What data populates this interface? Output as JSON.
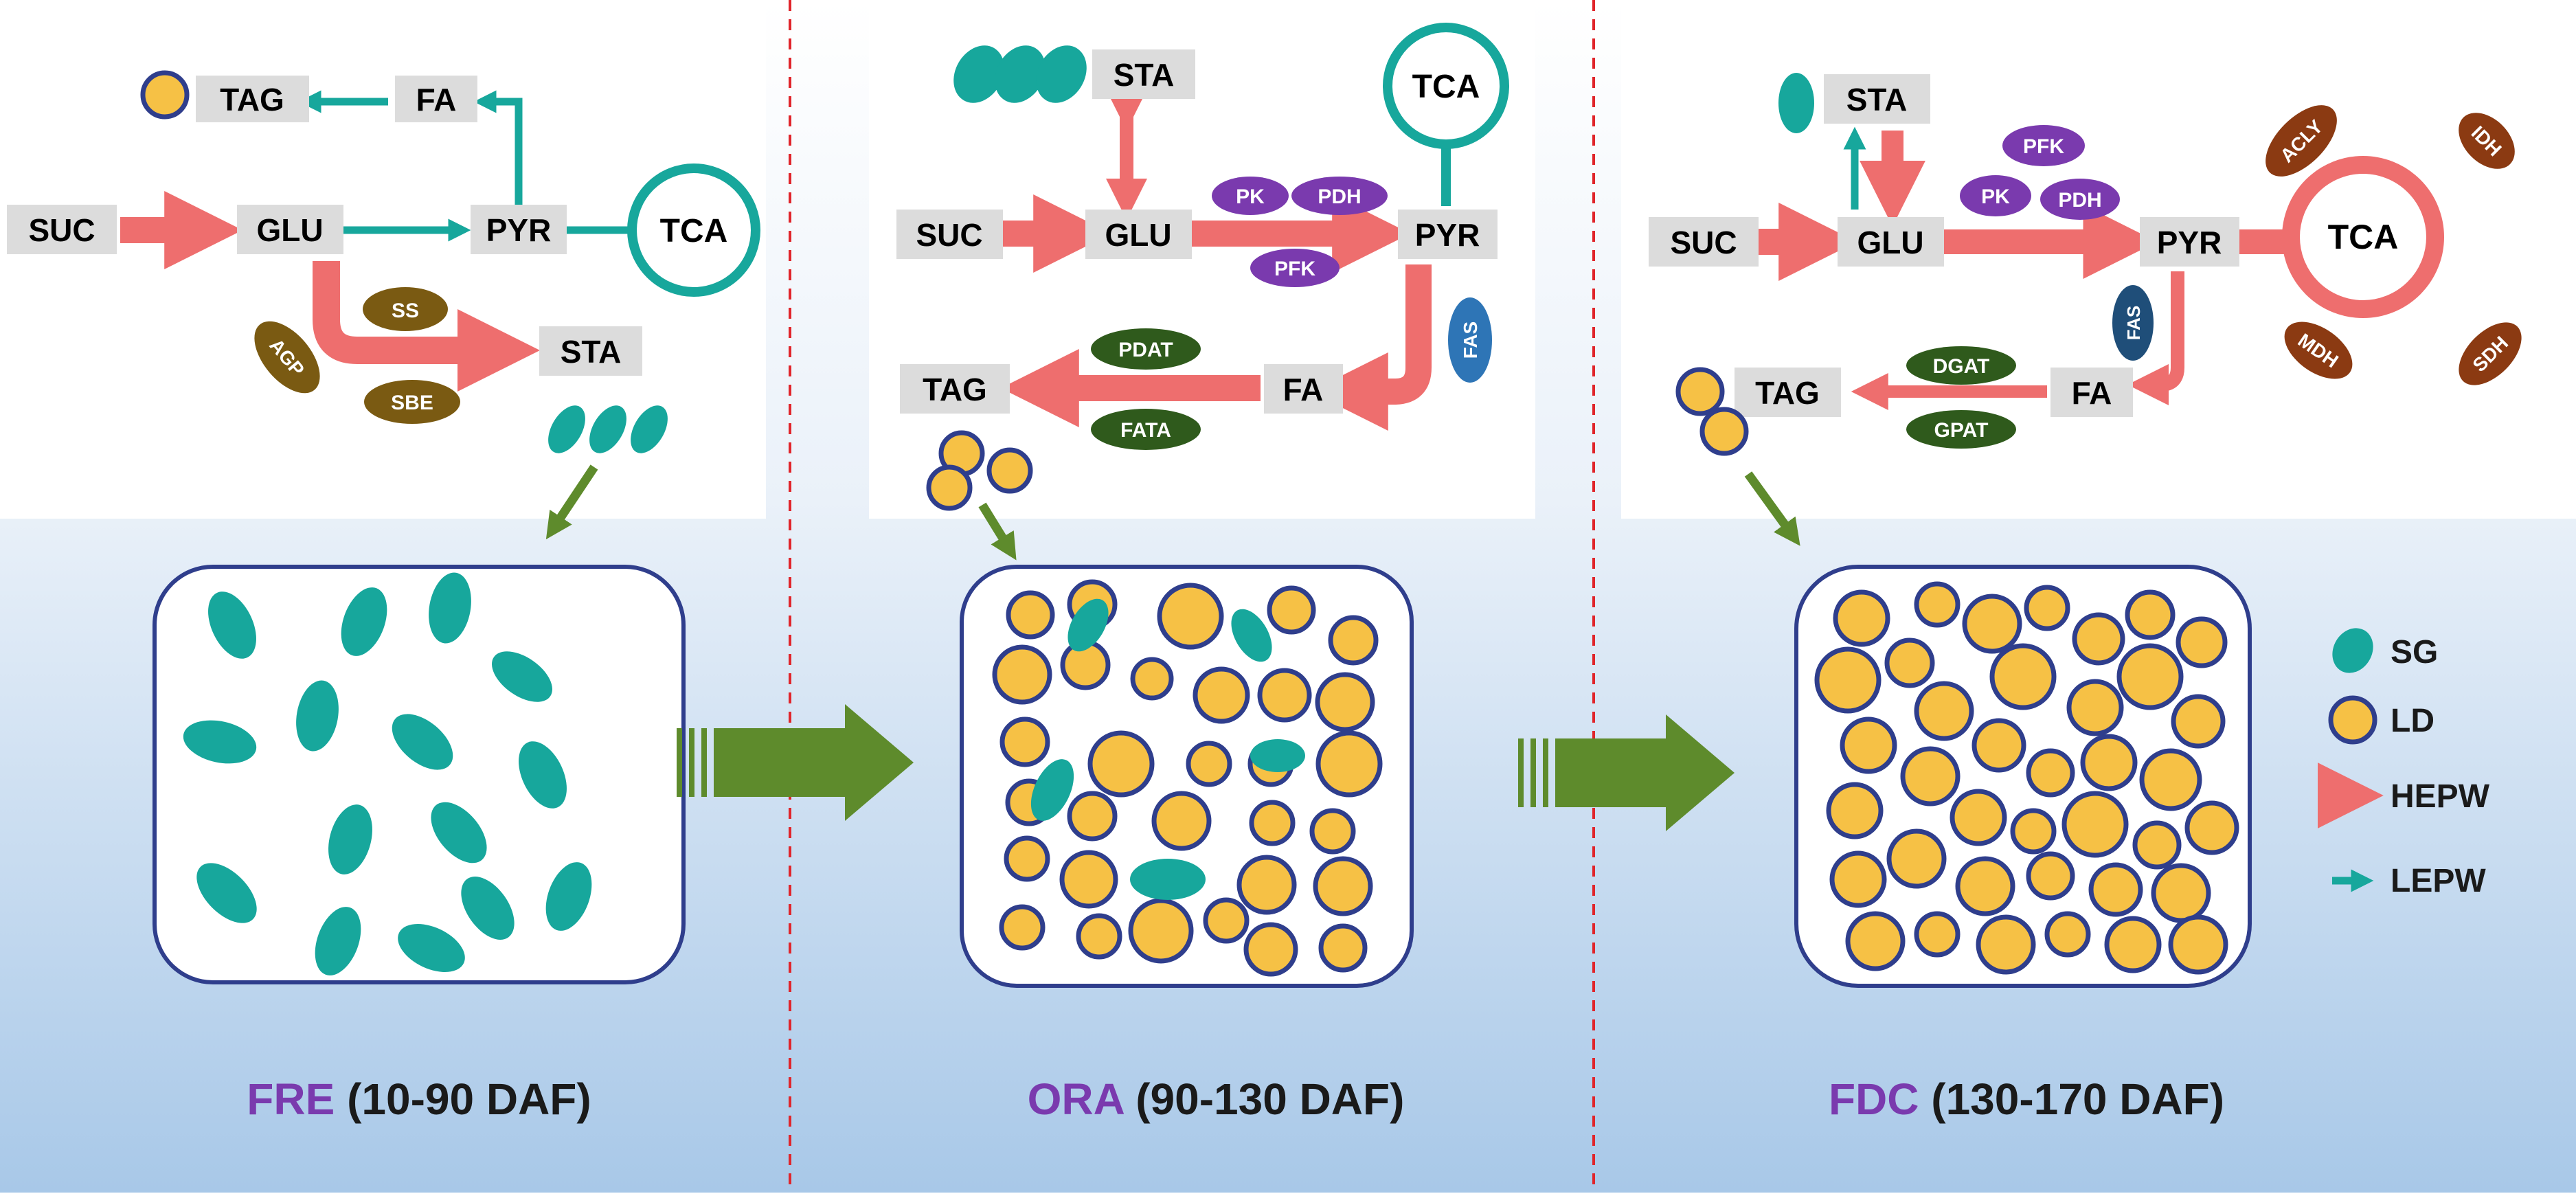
{
  "colors": {
    "teal": "#17A79C",
    "teal_dark": "#0F8A80",
    "salmon": "#EE6E6E",
    "olive": "#7A5A12",
    "purple": "#7A3AAE",
    "dark_green": "#2F5A1C",
    "blue": "#2E75B6",
    "brown": "#8B3A12",
    "lipid_fill": "#F6C145",
    "lipid_stroke": "#2F3E8C",
    "stage_arrow": "#5E8B2C",
    "label_bg": "#DCDCDC",
    "stage_name": "#7A3AAE",
    "separator": "#E0252B"
  },
  "panels": [
    {
      "nodes": {
        "tag": "TAG",
        "fa": "FA",
        "suc": "SUC",
        "glu": "GLU",
        "pyr": "PYR",
        "tca": "TCA",
        "sta": "STA"
      },
      "enzymes": {
        "ss": "SS",
        "agp": "AGP",
        "sbe": "SBE"
      },
      "stage": {
        "name": "FRE",
        "range": "(10-90 DAF)"
      }
    },
    {
      "nodes": {
        "sta": "STA",
        "tca": "TCA",
        "suc": "SUC",
        "glu": "GLU",
        "pyr": "PYR",
        "tag": "TAG",
        "fa": "FA"
      },
      "enzymes": {
        "pk": "PK",
        "pdh": "PDH",
        "pfk": "PFK",
        "fas": "FAS",
        "pdat": "PDAT",
        "fata": "FATA"
      },
      "stage": {
        "name": "ORA",
        "range": "(90-130 DAF)"
      }
    },
    {
      "nodes": {
        "sta": "STA",
        "suc": "SUC",
        "glu": "GLU",
        "pyr": "PYR",
        "tca": "TCA",
        "tag": "TAG",
        "fa": "FA"
      },
      "enzymes": {
        "pfk": "PFK",
        "pk": "PK",
        "pdh": "PDH",
        "fas": "FAS",
        "dgat": "DGAT",
        "gpat": "GPAT",
        "acly": "ACLY",
        "idh": "IDH",
        "mdh": "MDH",
        "sdh": "SDH"
      },
      "stage": {
        "name": "FDC",
        "range": "(130-170 DAF)"
      }
    }
  ],
  "legend": {
    "sg": "SG",
    "ld": "LD",
    "hepw": "HEPW",
    "lepw": "LEPW"
  }
}
